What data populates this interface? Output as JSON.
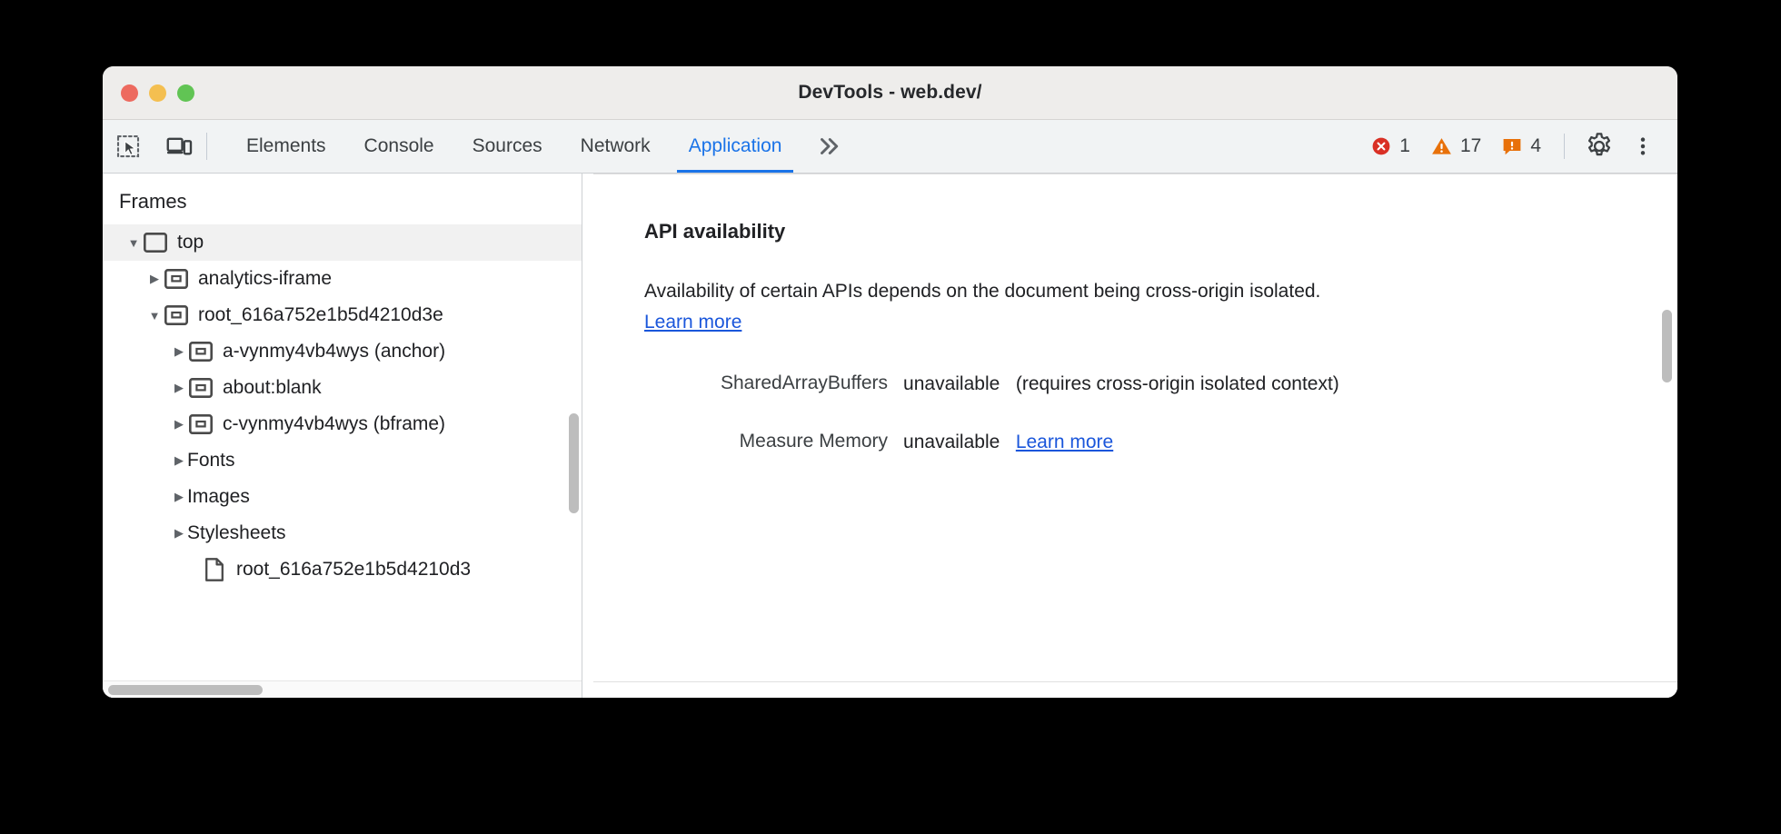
{
  "window": {
    "title": "DevTools - web.dev/",
    "traffic_lights": [
      "close-button",
      "minimize-button",
      "maximize-button"
    ]
  },
  "toolbar": {
    "inspect_icon": "inspect-element-icon",
    "device_icon": "device-toolbar-icon",
    "tabs": [
      {
        "label": "Elements",
        "active": false
      },
      {
        "label": "Console",
        "active": false
      },
      {
        "label": "Sources",
        "active": false
      },
      {
        "label": "Network",
        "active": false
      },
      {
        "label": "Application",
        "active": true
      }
    ],
    "more_tabs_icon": "chevrons-right-icon",
    "counters": [
      {
        "name": "errors",
        "icon": "error-icon",
        "count": "1",
        "color": "#d93025"
      },
      {
        "name": "warnings",
        "icon": "warning-icon",
        "count": "17",
        "color": "#e8710a"
      },
      {
        "name": "issues",
        "icon": "issue-icon",
        "count": "4",
        "color": "#e8710a"
      }
    ],
    "settings_icon": "gear-icon",
    "more_options_icon": "kebab-menu-icon"
  },
  "sidebar": {
    "title": "Frames",
    "tree": [
      {
        "label": "top",
        "icon": "frame-icon",
        "twisty": "expanded",
        "depth": 0,
        "selected": true
      },
      {
        "label": "analytics-iframe",
        "icon": "iframe-icon",
        "twisty": "collapsed",
        "depth": 1,
        "selected": false
      },
      {
        "label": "root_616a752e1b5d4210d3e",
        "icon": "iframe-icon",
        "twisty": "expanded",
        "depth": 1,
        "selected": false
      },
      {
        "label": "a-vynmy4vb4wys (anchor)",
        "icon": "iframe-icon",
        "twisty": "collapsed",
        "depth": 2,
        "selected": false
      },
      {
        "label": "about:blank",
        "icon": "iframe-icon",
        "twisty": "collapsed",
        "depth": 2,
        "selected": false
      },
      {
        "label": "c-vynmy4vb4wys (bframe)",
        "icon": "iframe-icon",
        "twisty": "collapsed",
        "depth": 2,
        "selected": false
      },
      {
        "label": "Fonts",
        "icon": "none",
        "twisty": "collapsed",
        "depth": 1,
        "selected": false
      },
      {
        "label": "Images",
        "icon": "none",
        "twisty": "collapsed",
        "depth": 1,
        "selected": false
      },
      {
        "label": "Stylesheets",
        "icon": "none",
        "twisty": "collapsed",
        "depth": 1,
        "selected": false
      },
      {
        "label": "root_616a752e1b5d4210d3",
        "icon": "document-icon",
        "twisty": "none",
        "depth": 2,
        "selected": false
      }
    ]
  },
  "main": {
    "section_title": "API availability",
    "description_part1": "Availability of certain APIs depends on the document being cross-origin isolated. ",
    "description_link": "Learn more",
    "rows": [
      {
        "key": "SharedArrayBuffers",
        "value": "unavailable",
        "note": "(requires cross-origin isolated context)",
        "link": ""
      },
      {
        "key": "Measure Memory",
        "value": "unavailable",
        "note": "",
        "link": "Learn more"
      }
    ]
  },
  "colors": {
    "accent": "#1a73e8",
    "link": "#1a56db",
    "error": "#d93025",
    "warning": "#e8710a",
    "titlebar": "#eeedeb",
    "toolbar": "#f1f3f4"
  }
}
